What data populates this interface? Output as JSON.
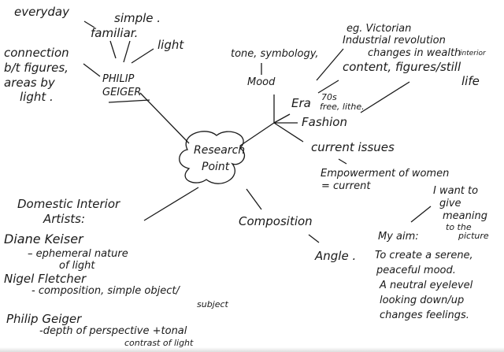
{
  "center": {
    "line1": "Research",
    "line2": "Point"
  },
  "philip": {
    "name1": "PHILIP",
    "name2": "GEIGER",
    "everyday": "everyday",
    "simple": "simple .",
    "familiar": "familiar.",
    "light": "light",
    "connection": [
      "connection",
      "b/t figures,",
      "areas by",
      "light ."
    ]
  },
  "mood": {
    "label": "Mood",
    "note": "tone, symbology,"
  },
  "era": {
    "label": "Era",
    "victorian": "eg. Victorian",
    "industrial": "Industrial revolution",
    "wealth": "changes in wealth",
    "interior": "interior",
    "content": "content, figures/still",
    "life": "life",
    "seventies1": "70s",
    "seventies2": "free, lithe."
  },
  "fashion": {
    "label": "Fashion"
  },
  "current": {
    "label": "current issues",
    "note1": "Empowerment of women",
    "note2": "= current"
  },
  "composition": {
    "label": "Composition",
    "angle": "Angle ."
  },
  "aim": {
    "label": "My aim:",
    "want": [
      "I want to",
      "give",
      "meaning",
      "to the",
      "picture"
    ],
    "text": [
      "To create a serene,",
      "peaceful mood.",
      "A neutral eyelevel",
      "looking down/up",
      "changes feelings."
    ]
  },
  "artists": {
    "heading1": "Domestic Interior",
    "heading2": "Artists:",
    "a1": "Diane Keiser",
    "a1n1": "– ephemeral nature",
    "a1n2": "of light",
    "a2": "Nigel Fletcher",
    "a2n1": "- composition, simple object/",
    "a2n2": "subject",
    "a3": "Philip Geiger",
    "a3n1": "-depth of perspective +tonal",
    "a3n2": "contrast of light"
  }
}
